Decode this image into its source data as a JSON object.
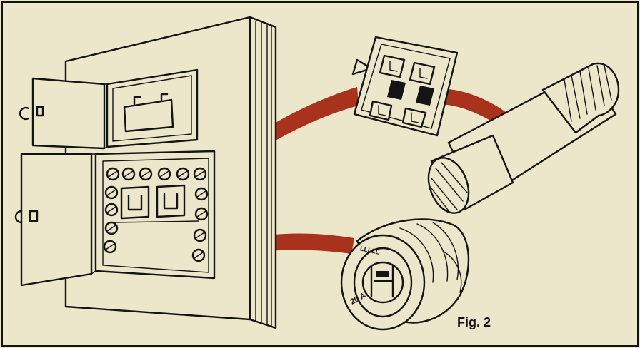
{
  "figure": {
    "caption": "Fig. 2",
    "fuse_rating": "20 A",
    "fuse_marking": "LLLLL"
  },
  "colors": {
    "background": "#ece6cb",
    "ink": "#141414",
    "connector": "#a8321c"
  },
  "icons": [
    "fuse-panel-icon",
    "breaker-switch-icon",
    "cartridge-fuse-icon",
    "plug-fuse-icon"
  ]
}
